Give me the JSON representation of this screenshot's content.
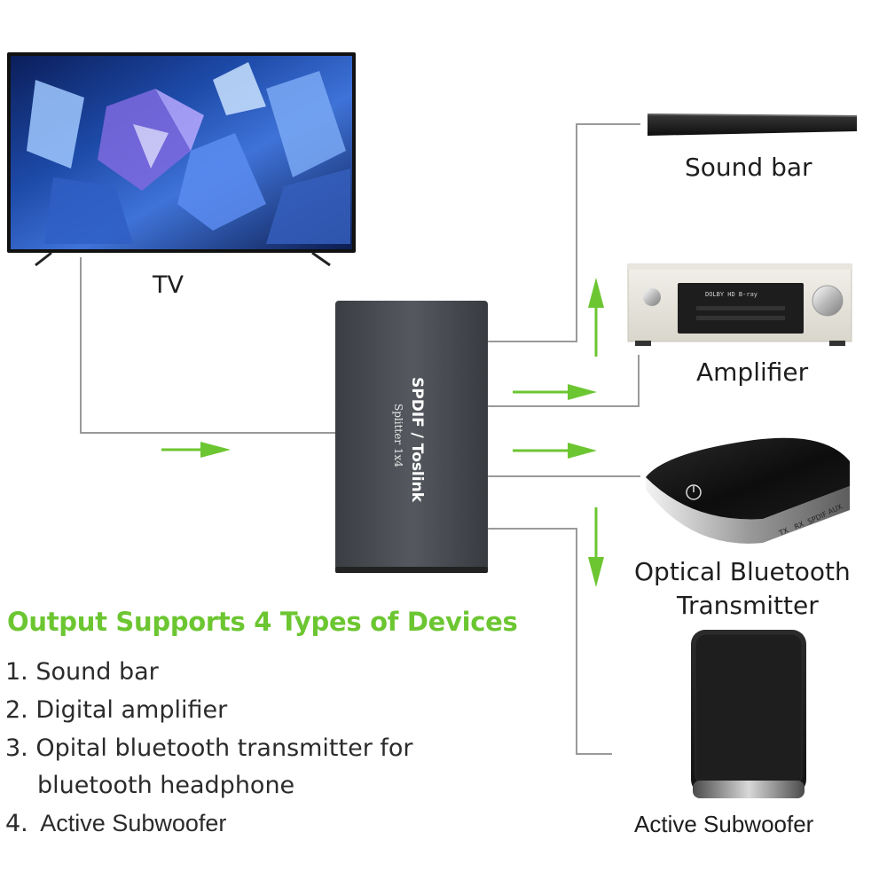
{
  "devices": {
    "tv": "TV",
    "sound_bar": "Sound bar",
    "amplifier": "Amplifier",
    "bt_transmitter_line1": "Optical Bluetooth",
    "bt_transmitter_line2": "Transmitter",
    "subwoofer": "Active Subwoofer"
  },
  "splitter": {
    "brand": "SPDIF / Toslink",
    "model": "Splitter 1x4"
  },
  "amplifier_display": "DOLBY HD B-ray",
  "transmitter_ports": [
    "TX",
    "RX",
    "SPDIF",
    "AUX"
  ],
  "features": {
    "heading": "Output Supports 4 Types of Devices",
    "items": [
      "1. Sound bar",
      "2. Digital amplifier",
      "3. Opital bluetooth transmitter for",
      "bluetooth headphone",
      "4."
    ],
    "item4_text": "Active Subwoofer"
  },
  "colors": {
    "arrow": "#6cc631",
    "connector": "#9a9a9a",
    "heading": "#6cc631"
  }
}
